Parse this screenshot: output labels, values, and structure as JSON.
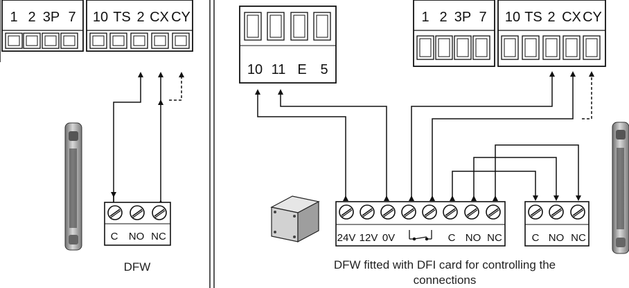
{
  "left_panel": {
    "terminal_block_a": [
      "1",
      "2",
      "3P",
      "7"
    ],
    "terminal_block_b": [
      "10",
      "TS",
      "2",
      "CX",
      "CY"
    ],
    "device_terminals": [
      "C",
      "NO",
      "NC"
    ],
    "device_caption": "DFW"
  },
  "right_panel": {
    "card_terminals": [
      "10",
      "11",
      "E",
      "5"
    ],
    "terminal_block_a": [
      "1",
      "2",
      "3P",
      "7"
    ],
    "terminal_block_b": [
      "10",
      "TS",
      "2",
      "CX",
      "CY"
    ],
    "main_strip_labels": [
      "24V",
      "12V",
      "0V",
      "C",
      "NO",
      "NC"
    ],
    "contact_strip_labels": [
      "C",
      "NO",
      "NC"
    ],
    "caption_line1": "DFW fitted with DFI card for controlling the",
    "caption_line2": "connections"
  },
  "colors": {
    "line": "#111111",
    "background": "#ffffff",
    "body_grey": "#b8b8b8"
  }
}
